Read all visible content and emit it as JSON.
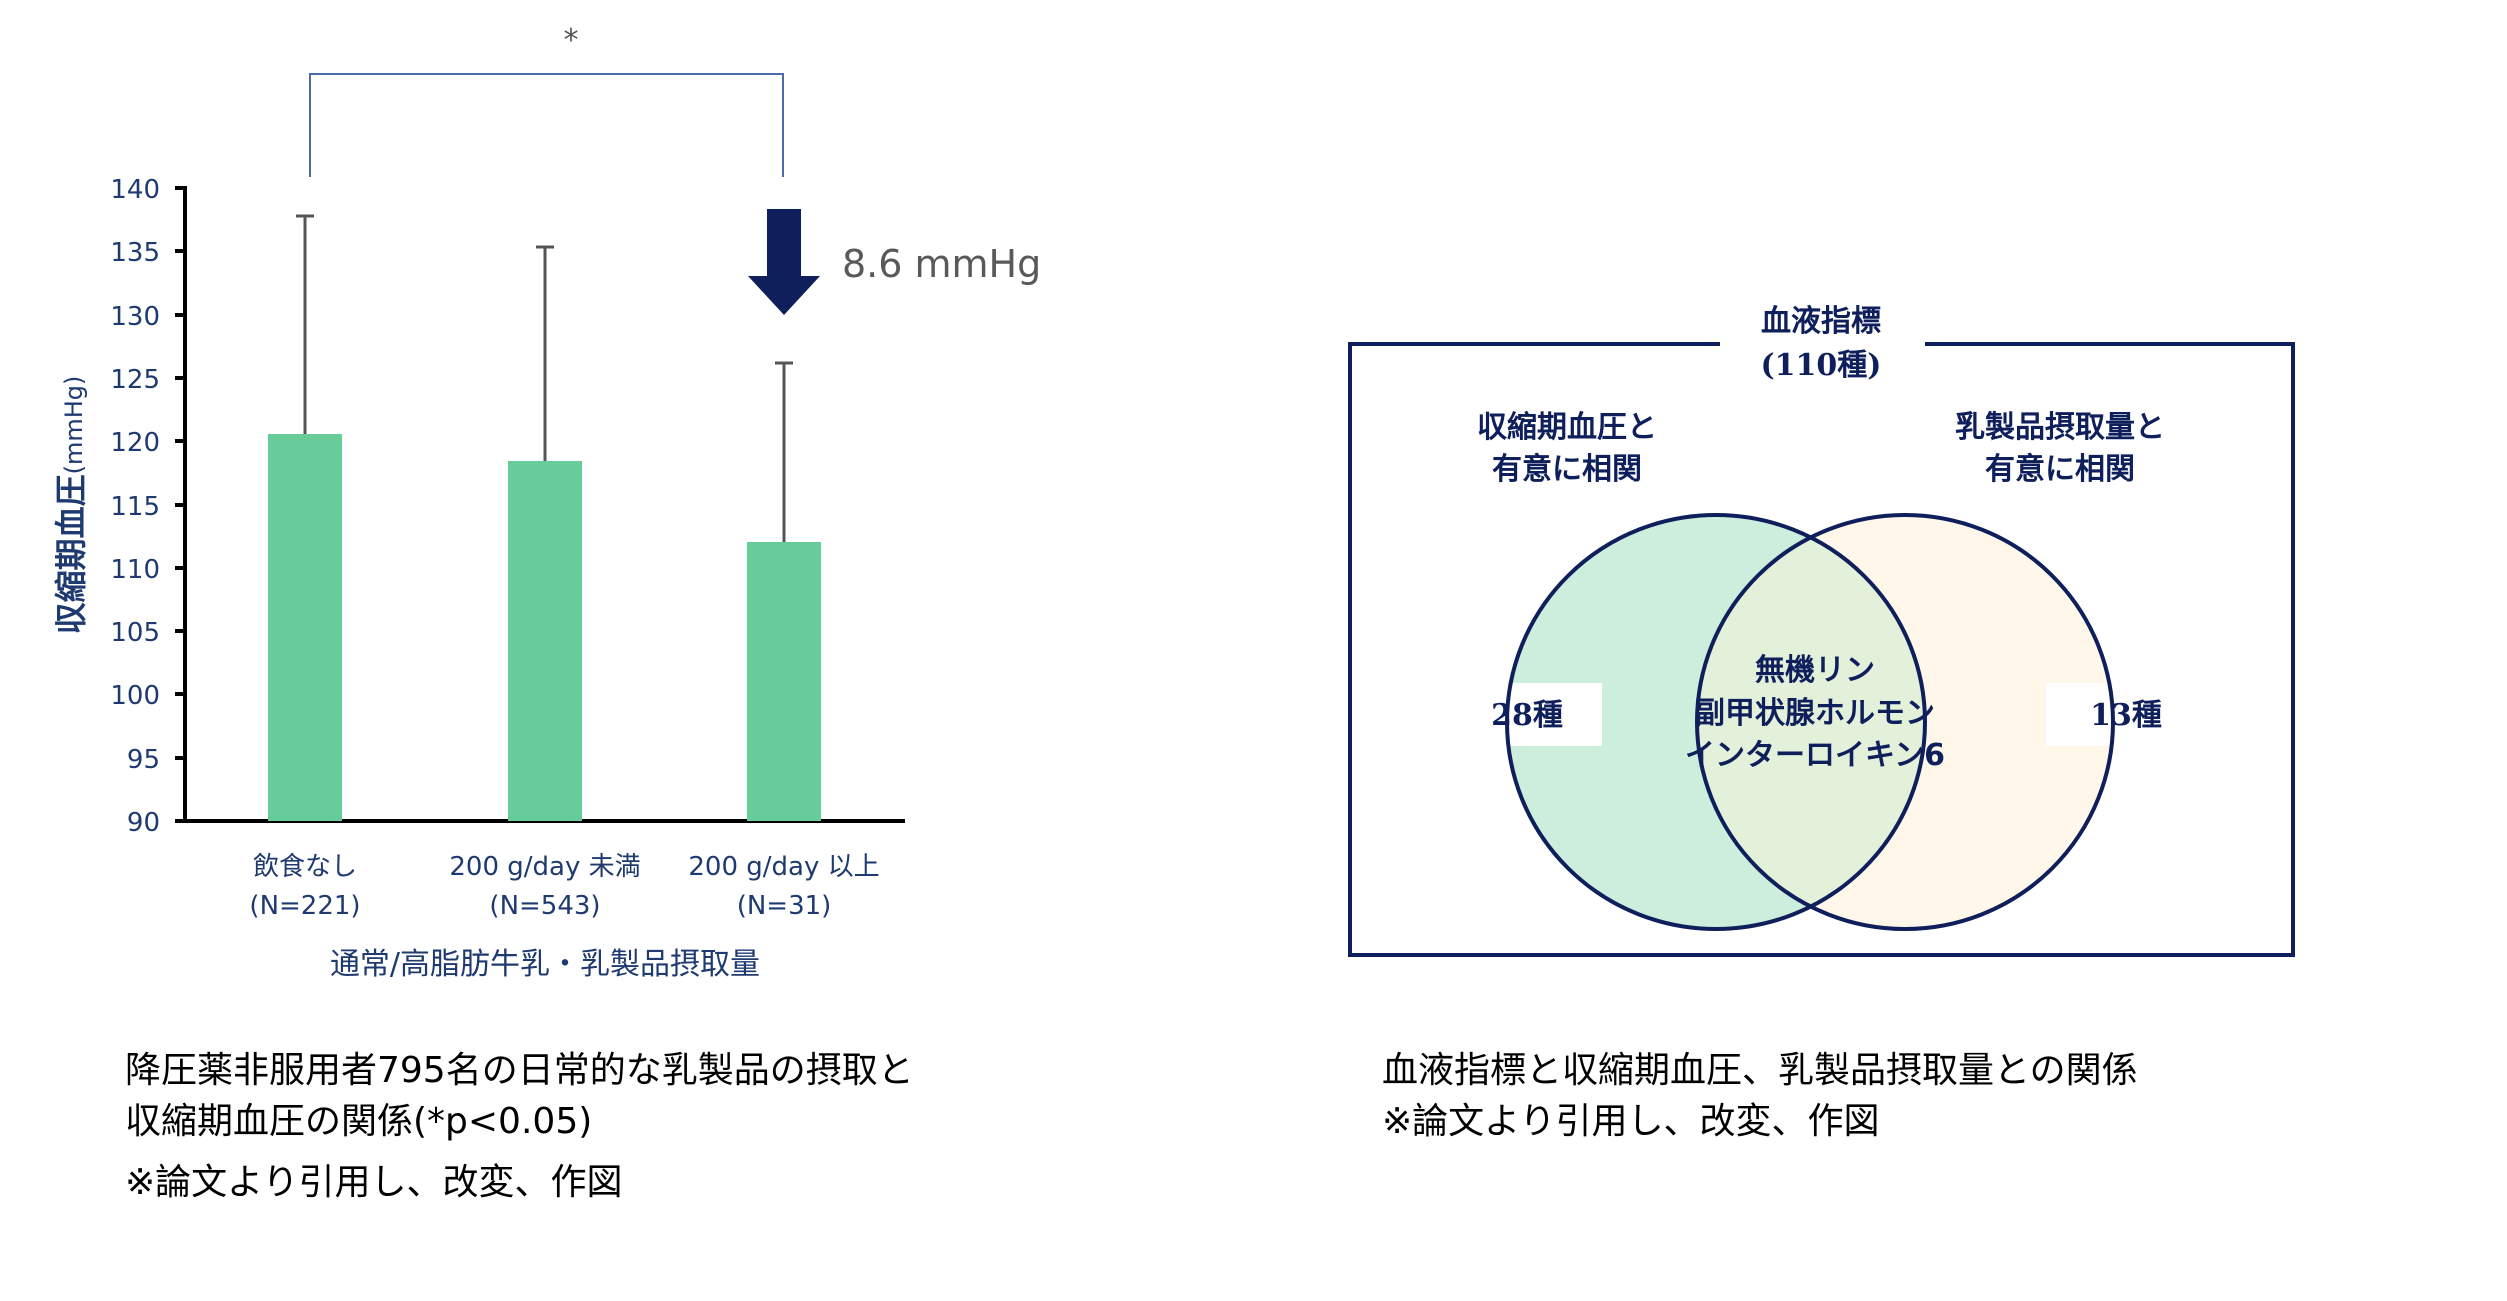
{
  "chart_data": [
    {
      "type": "bar",
      "title": "",
      "xlabel": "通常/高脂肪牛乳・乳製品摂取量",
      "ylabel": "収縮期血圧(mmHg)",
      "ylim": [
        90,
        140
      ],
      "yticks": [
        90,
        95,
        100,
        105,
        110,
        115,
        120,
        125,
        130,
        135,
        140
      ],
      "grid": false,
      "legend": null,
      "categories": [
        "飲食なし (N=221)",
        "200 g/day 未満 (N=543)",
        "200 g/day 以上 (N=31)"
      ],
      "category_lines": [
        [
          "飲食なし",
          "(N=221)"
        ],
        [
          "200 g/day 未満",
          "(N=543)"
        ],
        [
          "200 g/day 以上",
          "(N=31)"
        ]
      ],
      "values": [
        120.6,
        118.4,
        112.0
      ],
      "error_upper": [
        137.5,
        135.1,
        126.1
      ],
      "bar_color": "#66CC99",
      "annotations": [
        {
          "type": "significance-bracket",
          "from": 0,
          "to": 2,
          "label": "*"
        },
        {
          "type": "down-arrow",
          "at": 2,
          "label": "8.6 mmHg"
        }
      ]
    },
    {
      "type": "venn",
      "title": "血液指標",
      "subtitle": "(110種)",
      "sets": [
        {
          "name": "収縮期血圧と有意に相関",
          "lines": [
            "収縮期血圧と",
            "有意に相関"
          ],
          "only_count": "28種",
          "color": "#CDEEDD"
        },
        {
          "name": "乳製品摂取量と有意に相関",
          "lines": [
            "乳製品摂取量と",
            "有意に相関"
          ],
          "only_count": "13種",
          "color": "#FFF8EA"
        }
      ],
      "intersection": [
        "無機リン",
        "副甲状腺ホルモン",
        "インターロイキン6"
      ],
      "intersection_color": "#E3F0DA"
    }
  ],
  "bar_chart": {
    "y_axis_title_main": "収縮期血圧",
    "y_axis_title_unit": "(mmHg)",
    "ticks": [
      "140",
      "135",
      "130",
      "125",
      "120",
      "115",
      "110",
      "105",
      "100",
      "95",
      "90"
    ],
    "cat1_line1": "飲食なし",
    "cat1_line2": "(N=221)",
    "cat2_line1": "200 g/day 未満",
    "cat2_line2": "(N=543)",
    "cat3_line1": "200 g/day 以上",
    "cat3_line2": "(N=31)",
    "x_axis_title": "通常/高脂肪牛乳・乳製品摂取量",
    "significance": "*",
    "arrow_label": "8.6 mmHg"
  },
  "venn": {
    "title": "血液指標",
    "subtitle": "(110種)",
    "left_label_1": "収縮期血圧と",
    "left_label_2": "有意に相関",
    "right_label_1": "乳製品摂取量と",
    "right_label_2": "有意に相関",
    "left_count": "28種",
    "right_count": "13種",
    "center_1": "無機リン",
    "center_2": "副甲状腺ホルモン",
    "center_3": "インターロイキン6"
  },
  "captions": {
    "left_1": "降圧薬非服用者795名の日常的な乳製品の摂取と",
    "left_2": "収縮期血圧の関係(*p<0.05)",
    "left_3": "※論文より引用し、改変、作図",
    "right_1": "血液指標と収縮期血圧、乳製品摂取量との関係",
    "right_2": "※論文より引用し、改変、作図"
  },
  "colors": {
    "axis_text": "#1F3A70",
    "navy": "#0E1F5B",
    "bar": "#66CC99",
    "error_bar": "#555555",
    "bracket": "#4A6AAA",
    "annotation_text": "#595959"
  }
}
